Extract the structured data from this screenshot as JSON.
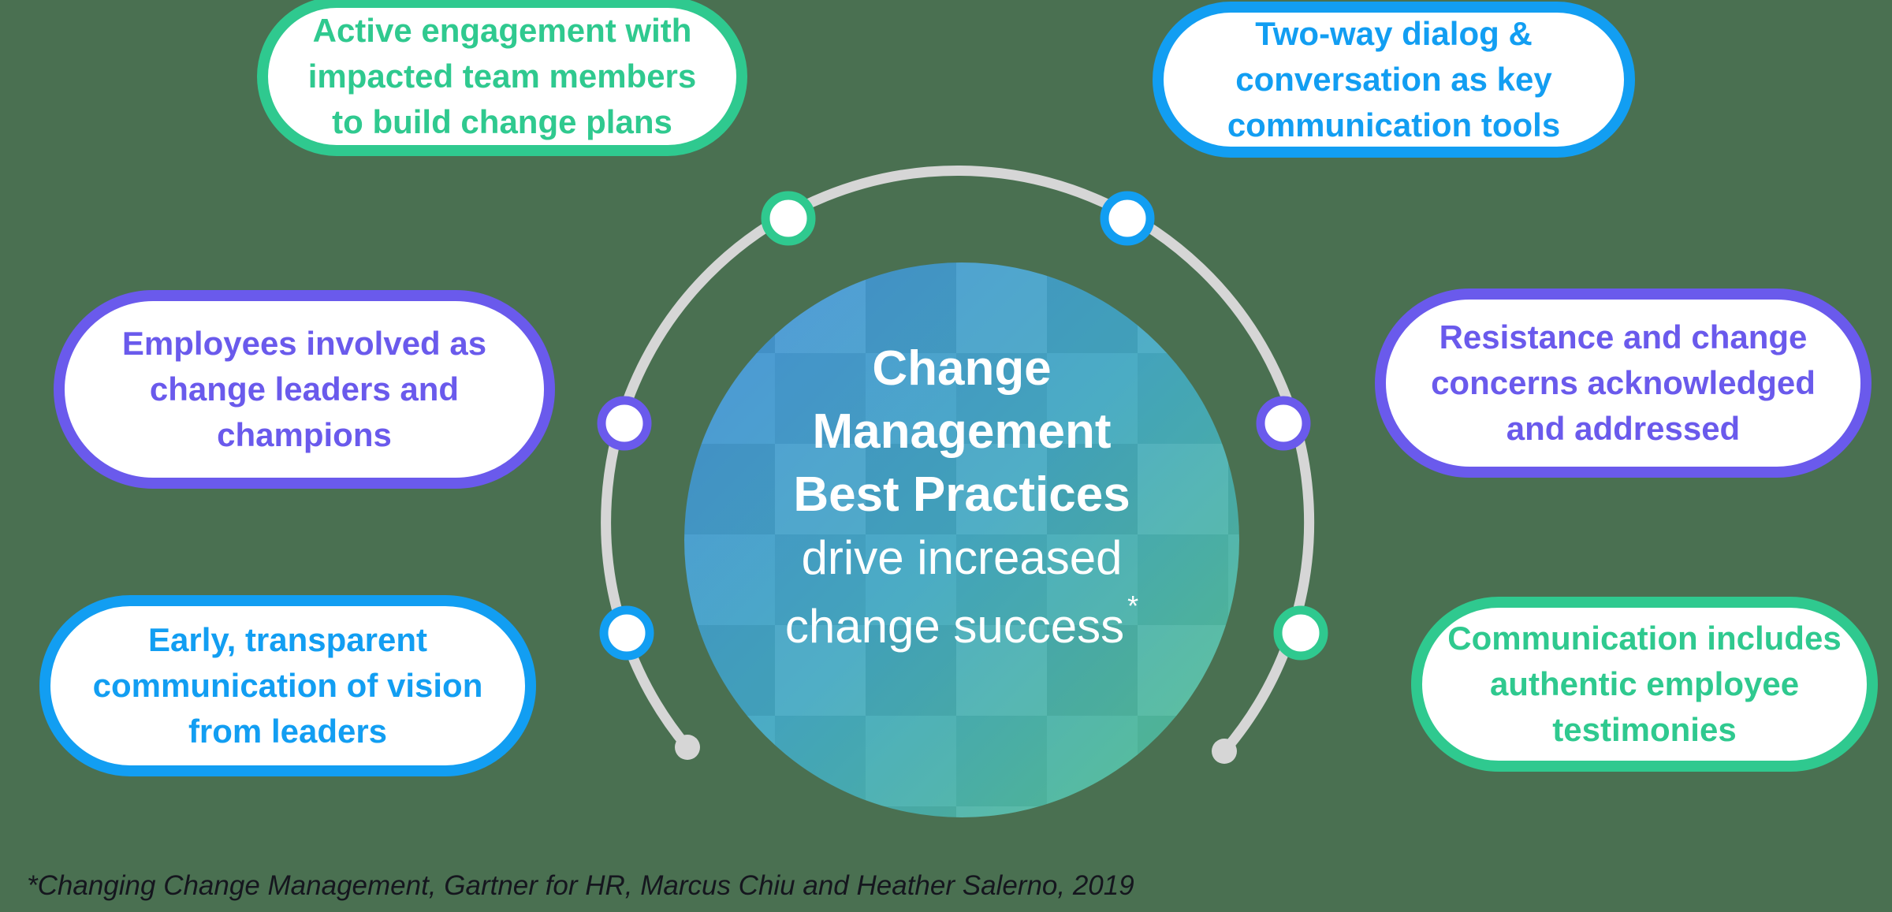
{
  "background_color": "#4A7051",
  "colors": {
    "green": "#2FC98F",
    "blue": "#129EF2",
    "purple": "#6A5AEC",
    "arc_gray": "#D6D6D6",
    "circle_gradient_start": "#4691D8",
    "circle_gradient_mid": "#45A9C2",
    "circle_gradient_end": "#57C08E",
    "center_text": "#FFFFFF",
    "footnote_text": "#15161E"
  },
  "pills": [
    {
      "position": "top-left",
      "accent": "green",
      "lines": [
        "Active engagement with",
        "impacted team members",
        "to build change plans"
      ]
    },
    {
      "position": "top-right",
      "accent": "blue",
      "lines": [
        "Two-way dialog &",
        "conversation as key",
        "communication tools"
      ]
    },
    {
      "position": "mid-left",
      "accent": "purple",
      "lines": [
        "Employees involved as",
        "change leaders and",
        "champions"
      ]
    },
    {
      "position": "mid-right",
      "accent": "purple",
      "lines": [
        "Resistance and change",
        "concerns acknowledged",
        "and addressed"
      ]
    },
    {
      "position": "bottom-left",
      "accent": "blue",
      "lines": [
        "Early, transparent",
        "communication of vision",
        "from leaders"
      ]
    },
    {
      "position": "bottom-right",
      "accent": "green",
      "lines": [
        "Communication includes",
        "authentic employee",
        "testimonies"
      ]
    }
  ],
  "center_circle": {
    "bold_lines": [
      "Change",
      "Management",
      "Best Practices"
    ],
    "light_lines": [
      "drive increased",
      "change success"
    ],
    "footnote_marker": "*"
  },
  "arc": {
    "nodes": [
      {
        "position": "top-left",
        "color": "green"
      },
      {
        "position": "top-right",
        "color": "blue"
      },
      {
        "position": "left",
        "color": "purple"
      },
      {
        "position": "right",
        "color": "purple"
      },
      {
        "position": "lower-left",
        "color": "blue"
      },
      {
        "position": "lower-right",
        "color": "green"
      }
    ]
  },
  "footnote": "*Changing Change Management, Gartner for HR, Marcus Chiu and Heather Salerno, 2019"
}
